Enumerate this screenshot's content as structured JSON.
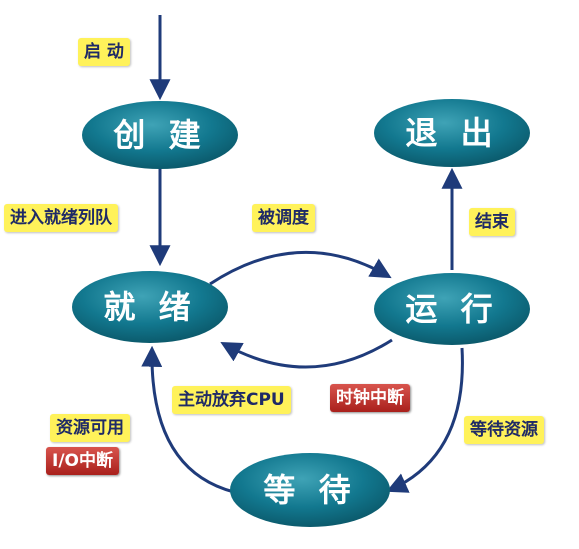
{
  "states": {
    "create": "创 建",
    "ready": "就 绪",
    "running": "运 行",
    "exit": "退 出",
    "waiting": "等 待"
  },
  "labels": {
    "start": "启 动",
    "enter_ready_queue": "进入就绪列队",
    "scheduled": "被调度",
    "finish": "结束",
    "give_up_cpu": "主动放弃CPU",
    "clock_interrupt": "时钟中断",
    "wait_resource": "等待资源",
    "resource_available": "资源可用",
    "io_interrupt": "I/O中断"
  },
  "colors": {
    "state_fill": "#0e6f86",
    "state_highlight": "#3fa3b6",
    "arrow": "#1f3b7a",
    "label_bg": "#fff25a",
    "alert_label_bg": "#b42a24"
  }
}
